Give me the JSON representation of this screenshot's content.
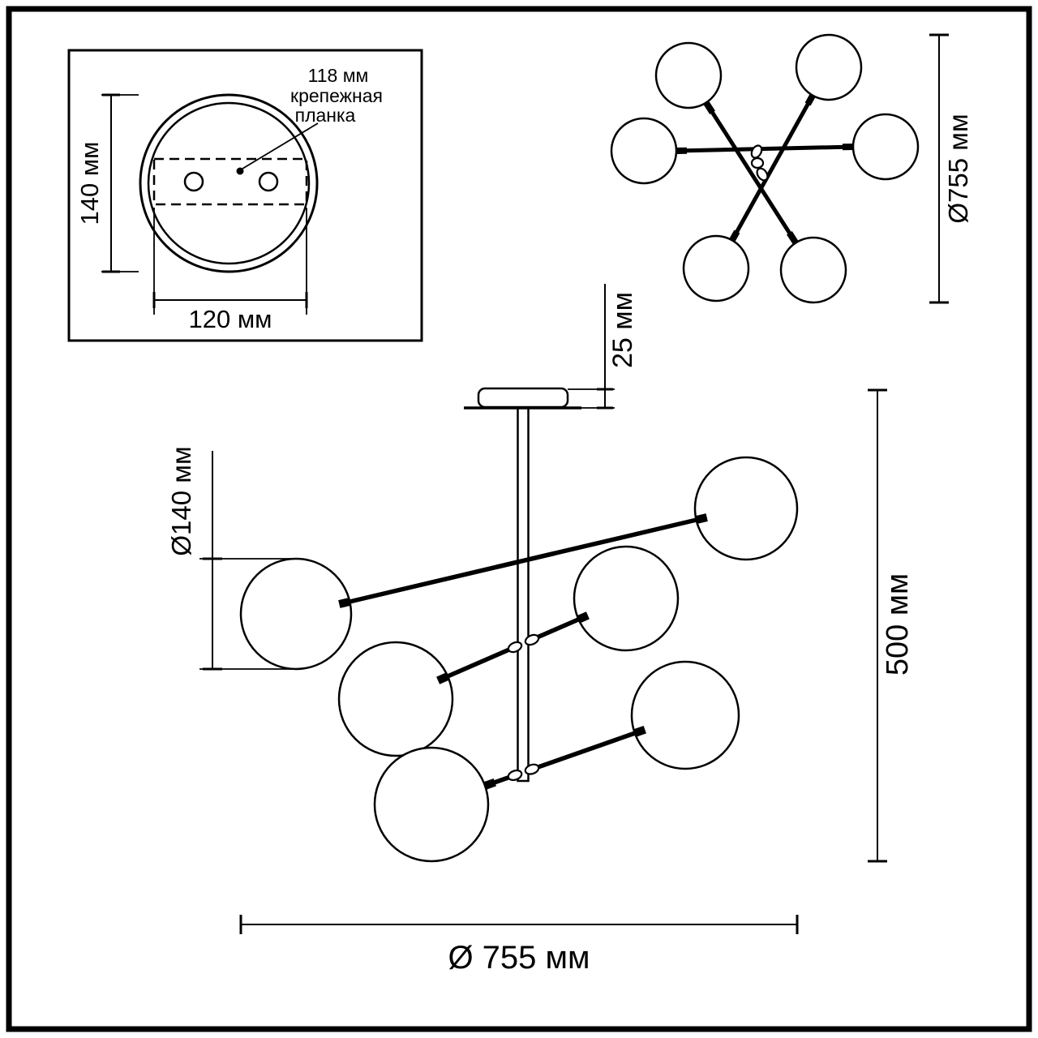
{
  "colors": {
    "ink": "#000000",
    "paper": "#ffffff"
  },
  "detail_view": {
    "callout": {
      "line1": "118 мм",
      "line2": "крепежная",
      "line3": "планка"
    },
    "dim_plate_height": "140 мм",
    "dim_holes_width": "120 мм"
  },
  "top_view": {
    "dim_diameter": "Ø755 мм"
  },
  "side_view": {
    "dim_canopy_height": "25 мм",
    "dim_globe_diameter": "Ø140 мм",
    "dim_total_height": "500 мм",
    "dim_total_diameter": "Ø 755 мм"
  }
}
